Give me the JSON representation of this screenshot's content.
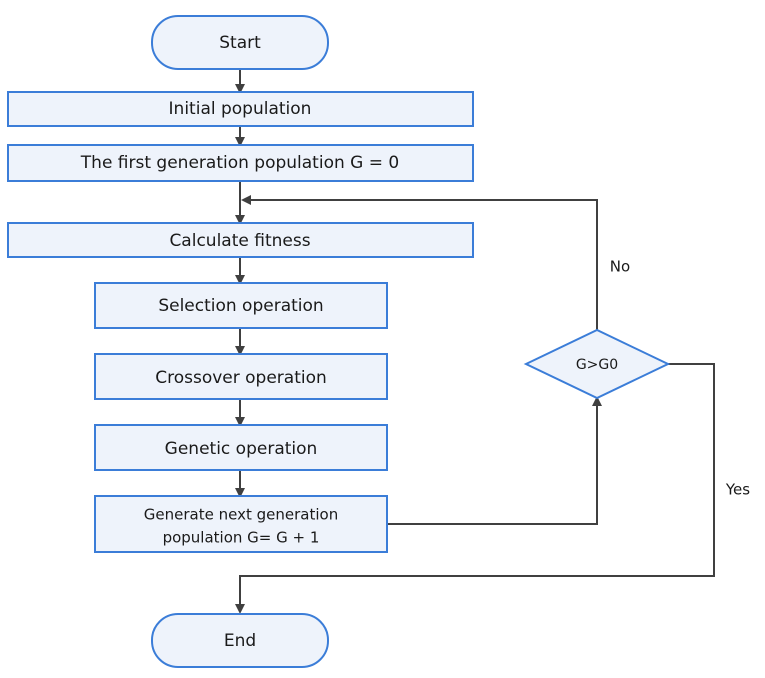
{
  "flowchart": {
    "nodes": {
      "start": "Start",
      "initial_population": "Initial population",
      "first_generation": "The first generation population G = 0",
      "calculate_fitness": "Calculate fitness",
      "selection": "Selection operation",
      "crossover": "Crossover operation",
      "genetic": "Genetic operation",
      "generate_next_line1": "Generate next generation",
      "generate_next_line2": "population G= G + 1",
      "decision": "G>G0",
      "end": "End"
    },
    "edges": {
      "no": "No",
      "yes": "Yes"
    }
  },
  "colors": {
    "node_fill": "#eef3fb",
    "node_stroke": "#3b7dd8",
    "arrow": "#404040",
    "text": "#1a1a1a",
    "background": "#ffffff"
  }
}
